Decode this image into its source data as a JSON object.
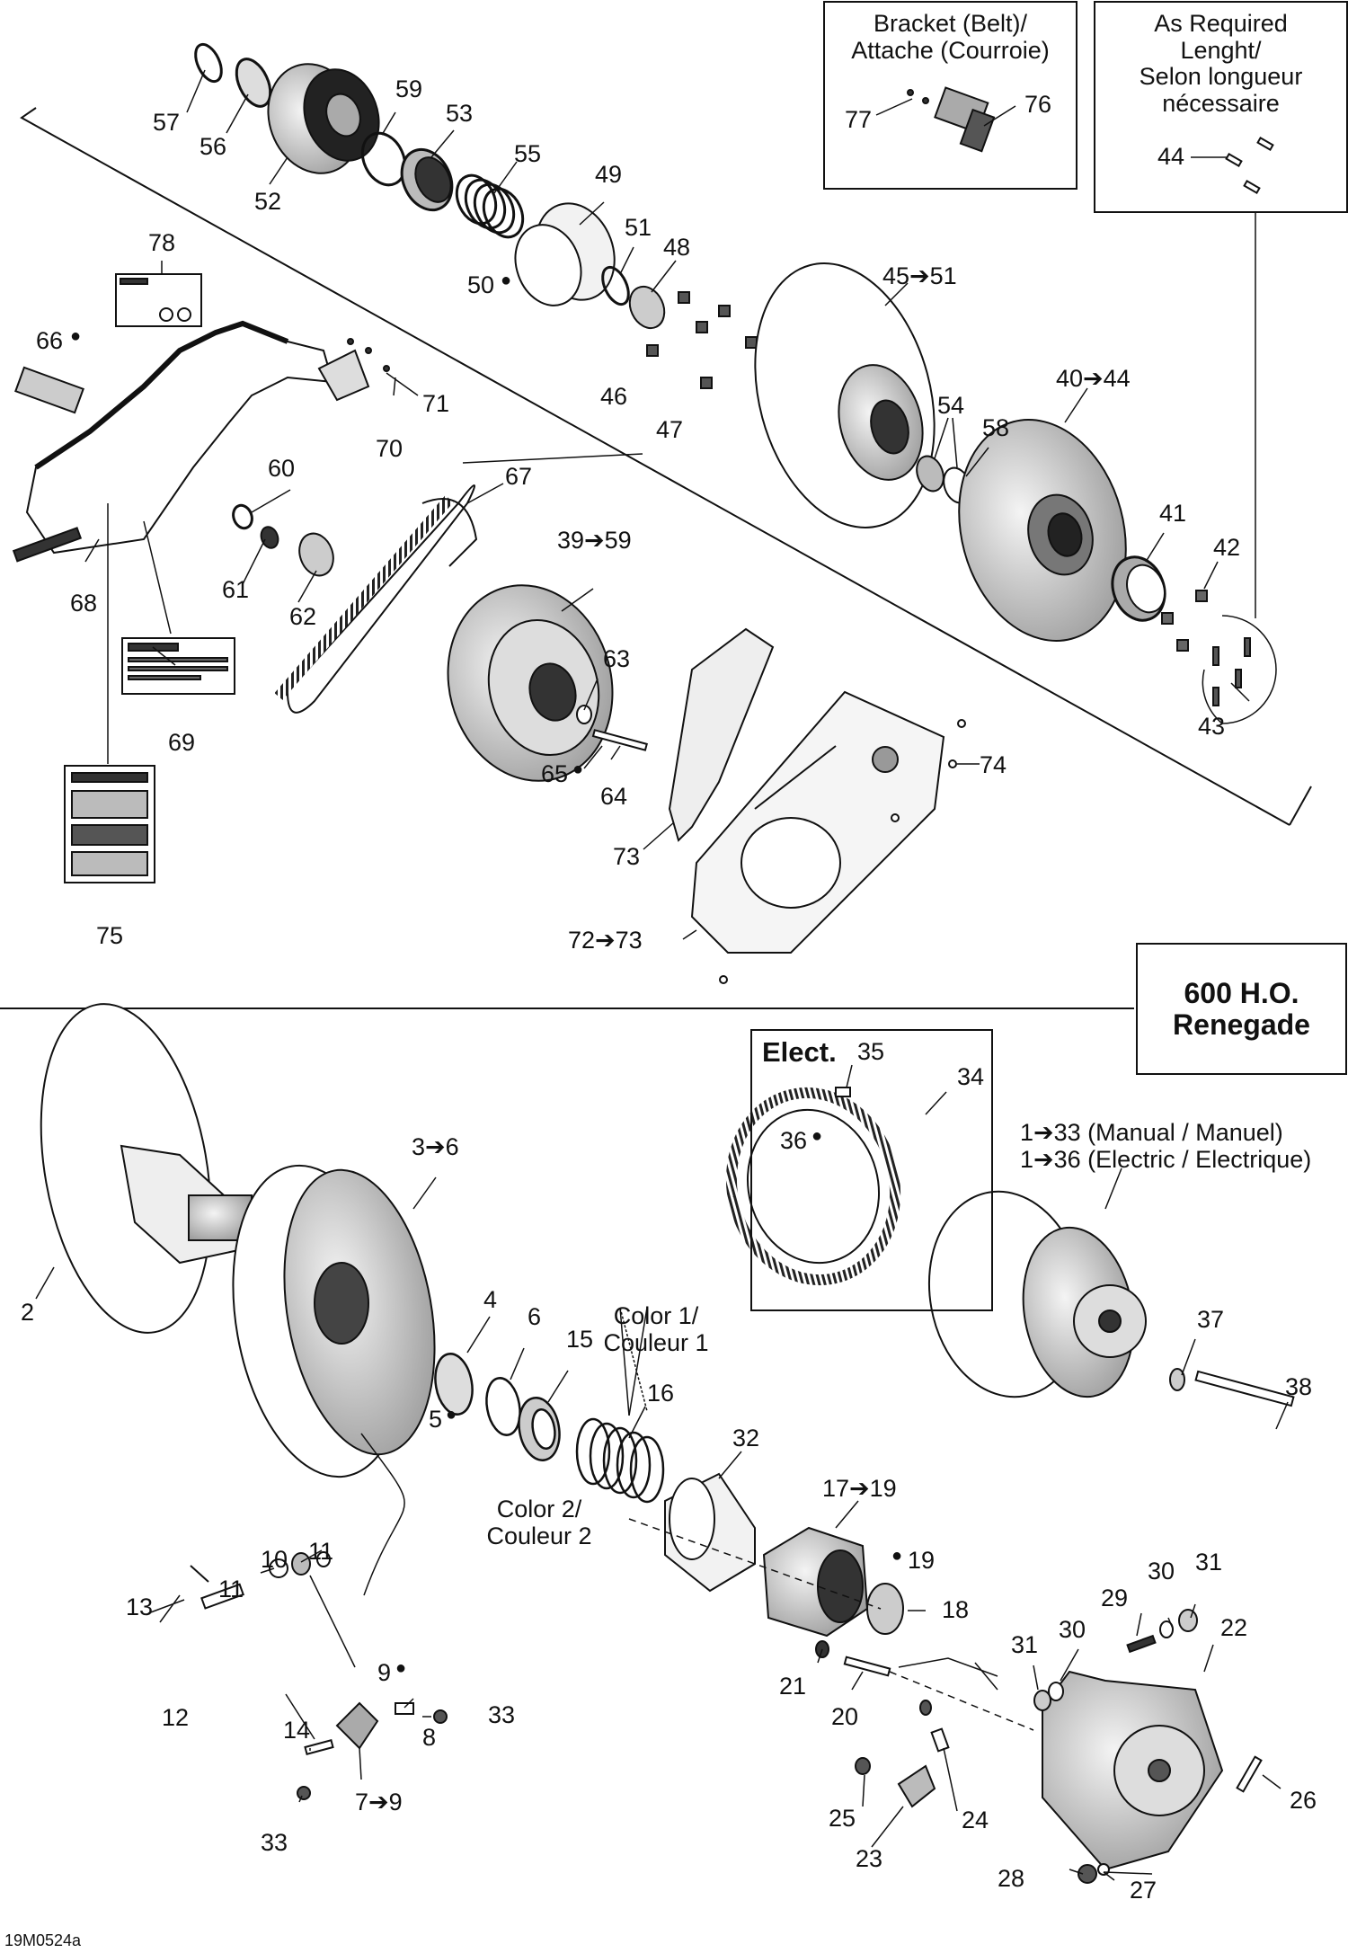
{
  "figure_code": "19M0524a",
  "boxes": {
    "bracket_l1": "Bracket (Belt)/",
    "bracket_l2": "Attache (Courroie)",
    "required_l1": "As Required",
    "required_l2": "Lenght/",
    "required_l3": "Selon longueur",
    "required_l4": "nécessaire",
    "model_l1": "600 H.O.",
    "model_l2": "Renegade",
    "elect": "Elect."
  },
  "notes": {
    "manual": "1➔33 (Manual / Manuel)",
    "electric": "1➔36 (Electric / Electrique)",
    "color1_l1": "Color 1/",
    "color1_l2": "Couleur 1",
    "color2_l1": "Color 2/",
    "color2_l2": "Couleur 2"
  },
  "callouts": {
    "c57": "57",
    "c56": "56",
    "c52": "52",
    "c59": "59",
    "c53": "53",
    "c55": "55",
    "c49": "49",
    "c51": "51",
    "c48": "48",
    "c50": "50",
    "c46": "46",
    "c47": "47",
    "c45_51": "45➔51",
    "c40_44": "40➔44",
    "c54": "54",
    "c58": "58",
    "c41": "41",
    "c42": "42",
    "c43": "43",
    "c44": "44",
    "c77": "77",
    "c76": "76",
    "c78": "78",
    "c66": "66",
    "c71": "71",
    "c70": "70",
    "c60": "60",
    "c61": "61",
    "c62": "62",
    "c67": "67",
    "c39_59": "39➔59",
    "c68": "68",
    "c69": "69",
    "c63": "63",
    "c65": "65",
    "c64": "64",
    "c74": "74",
    "c73": "73",
    "c72_73": "72➔73",
    "c75": "75",
    "c35": "35",
    "c34": "34",
    "c36": "36",
    "c3_6": "3➔6",
    "c2": "2",
    "c4": "4",
    "c6": "6",
    "c15": "15",
    "c5": "5",
    "c16": "16",
    "c32": "32",
    "c37": "37",
    "c38": "38",
    "c17_19": "17➔19",
    "c19": "19",
    "c18": "18",
    "c10": "10",
    "c11a": "11",
    "c11b": "11",
    "c13": "13",
    "c12": "12",
    "c9": "9",
    "c33a": "33",
    "c8": "8",
    "c14": "14",
    "c7_9": "7➔9",
    "c33b": "33",
    "c21": "21",
    "c20": "20",
    "c29": "29",
    "c30a": "30",
    "c31a": "31",
    "c31b": "31",
    "c30b": "30",
    "c22": "22",
    "c25": "25",
    "c24": "24",
    "c23": "23",
    "c26": "26",
    "c28": "28",
    "c27": "27"
  }
}
